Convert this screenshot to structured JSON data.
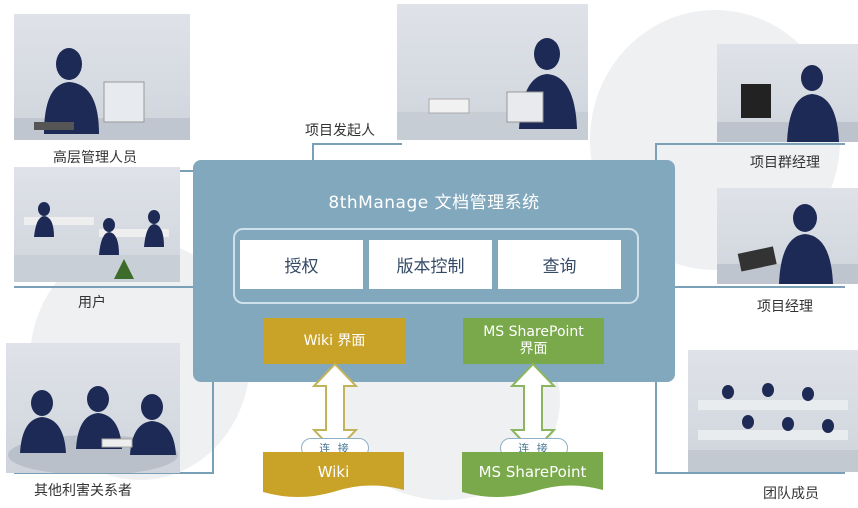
{
  "system": {
    "title": "8thManage 文档管理系统",
    "modules": [
      "授权",
      "版本控制",
      "查询"
    ],
    "interfaces": {
      "wiki": "Wiki 界面",
      "sharepoint_line1": "MS SharePoint",
      "sharepoint_line2": "界面"
    }
  },
  "connectors": {
    "left": "连 接",
    "right": "连 接"
  },
  "repositories": {
    "wiki": "Wiki",
    "sharepoint": "MS SharePoint"
  },
  "roles": {
    "senior_mgmt": "高层管理人员",
    "sponsor": "项目发起人",
    "program_mgr": "项目群经理",
    "user": "用户",
    "project_mgr": "项目经理",
    "stakeholders": "其他利害关系者",
    "team": "团队成员"
  },
  "colors": {
    "system_box": "#82a8bd",
    "wiki_gold": "#c9a228",
    "sharepoint_green": "#79a94a",
    "module_text": "#344a66",
    "line": "#7aa0b8"
  }
}
